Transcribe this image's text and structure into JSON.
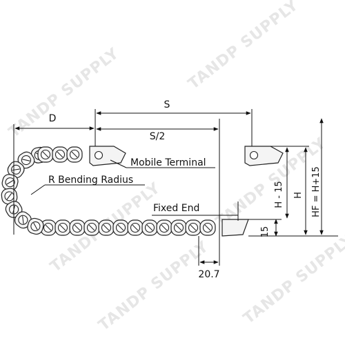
{
  "watermark": {
    "text": "TANDP SUPPLY"
  },
  "labels": {
    "d": "D",
    "s": "S",
    "s_half": "S/2",
    "mobile_terminal": "Mobile Terminal",
    "bending_radius": "R Bending Radius",
    "fixed_end": "Fixed End",
    "dim_15": "15",
    "dim_20_7": "20.7",
    "h_minus_15": "H - 15",
    "h": "H",
    "hf": "HF = H+15"
  },
  "colors": {
    "line": "#111111",
    "link_fill": "#f4f4f4",
    "watermark": "#e6e6e6"
  }
}
